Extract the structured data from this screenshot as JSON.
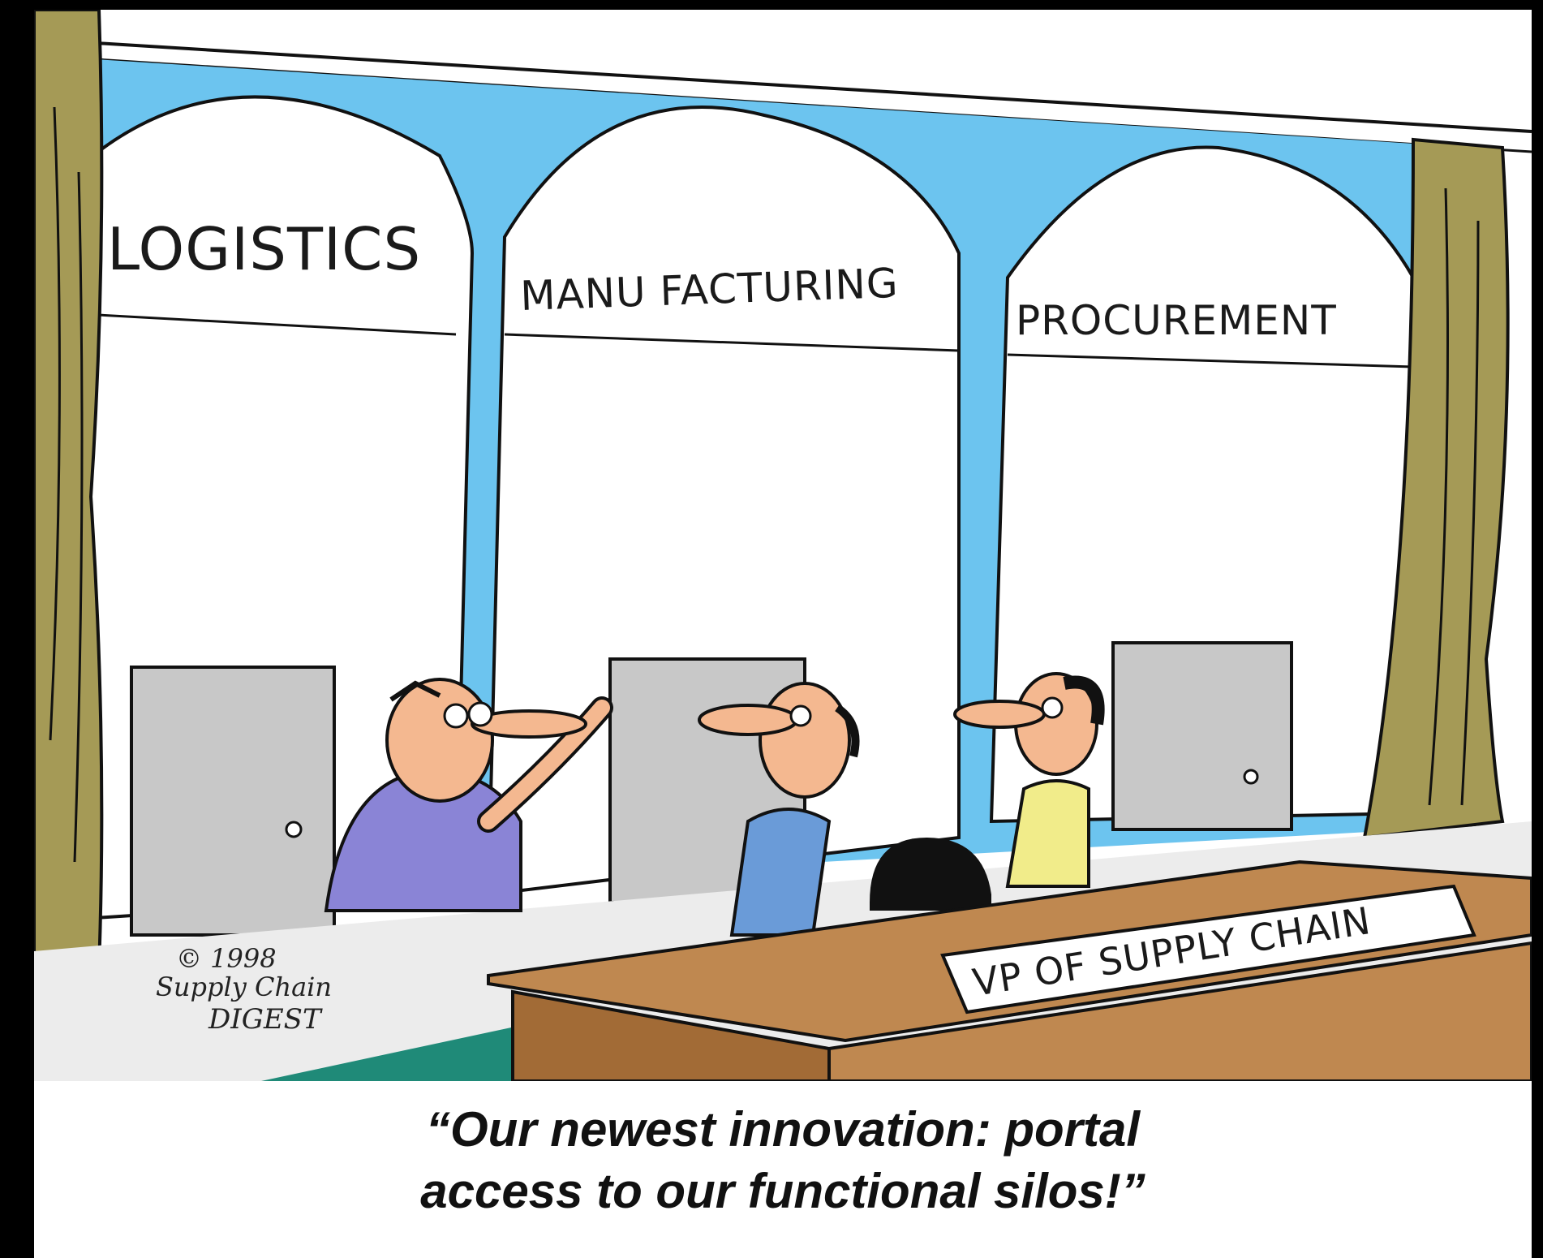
{
  "scene": {
    "room_labels": [
      "LOGISTICS",
      "MANU FACTURING",
      "PROCUREMENT"
    ],
    "desk_nameplate": "VP OF SUPPLY CHAIN",
    "signature": [
      "© 1998",
      "Supply Chain",
      "DIGEST"
    ]
  },
  "caption": {
    "line1": "“Our newest innovation: portal",
    "line2": "access to our functional silos!”"
  },
  "colors": {
    "sky_blue": "#6cc4ef",
    "curtain": "#a59a56",
    "door_gray": "#c8c8c8",
    "desk_brown": "#bf8850",
    "floor_teal": "#1f8a78",
    "shirt_purple": "#8a84d6",
    "shirt_blue": "#6a9bd8",
    "shirt_yellow": "#f1ec8a",
    "skin": "#f4b890"
  }
}
